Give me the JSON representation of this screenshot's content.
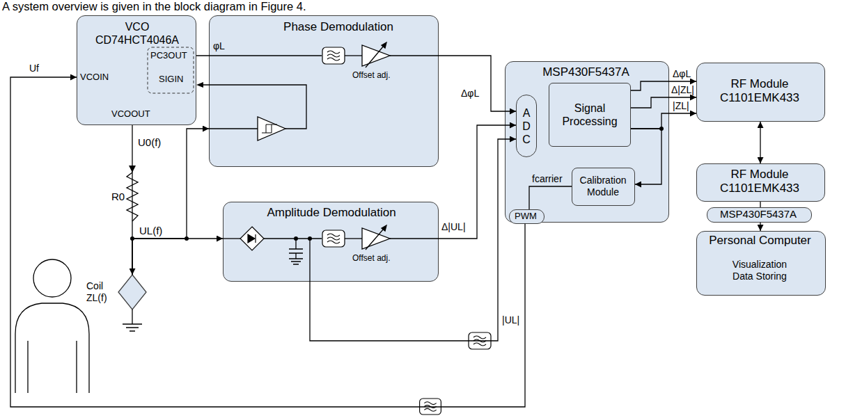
{
  "diagram": {
    "nodes": [
      {
        "text": [
          "VCO CD74HCT4046A"
        ]
      },
      {
        "text": [
          "Phase Demodulation"
        ]
      },
      {
        "text": [
          "Coil ZL(f)"
        ]
      },
      {
        "text": [
          "Amplitude Demodulation"
        ]
      },
      {
        "text": [
          "MSP430F5437A"
        ]
      },
      {
        "text": [
          "A D C"
        ],
        "in": 4
      },
      {
        "text": [
          "Signal Processing"
        ],
        "in": 4
      },
      {
        "text": [
          "Calibration Module"
        ],
        "in": 4
      },
      {
        "text": [
          "PWM"
        ],
        "in": 4
      },
      {
        "text": [
          "RF Module C1101EMK433"
        ]
      },
      {
        "text": [
          "RF Module C1101EMK433"
        ]
      },
      {
        "text": [
          "MSP430F5437A"
        ]
      },
      {
        "text": [
          "Personal Computer",
          "Visualization Data Storing"
        ]
      }
    ],
    "edges": [
      {
        "from": 0,
        "to": 2,
        "arrow": "to"
      },
      {
        "from": 2,
        "to": 1,
        "arrow": "to"
      },
      {
        "from": 2,
        "to": 3,
        "arrow": "to"
      },
      {
        "from": 1,
        "to": 5,
        "label": "ΔφL",
        "arrow": "to"
      },
      {
        "from": 3,
        "to": 5,
        "label": "Δ|UL|",
        "arrow": "to"
      },
      {
        "from": 3,
        "to": 5,
        "label": "|UL|",
        "arrow": "to"
      },
      {
        "from": 6,
        "to": 9,
        "label": "ΔφL",
        "arrow": "to"
      },
      {
        "from": 6,
        "to": 9,
        "label": "Δ|ZL|",
        "arrow": "to"
      },
      {
        "from": 6,
        "to": 9,
        "label": "|ZL|",
        "arrow": "to"
      },
      {
        "from": 6,
        "to": 7,
        "arrow": "to"
      },
      {
        "from": 7,
        "to": 8,
        "label": "fcarrier",
        "arrow": "none"
      },
      {
        "from": 8,
        "to": 0,
        "label": "Uf",
        "arrow": "to"
      },
      {
        "from": 9,
        "to": 10,
        "arrow": "both"
      },
      {
        "from": 10,
        "to": 11,
        "arrow": "none"
      },
      {
        "from": 11,
        "to": 12,
        "arrow": "to"
      }
    ],
    "labels": [
      "A system overview is given in the block diagram in Figure 4.",
      "VCOIN",
      "PC3OUT",
      "φL",
      "SIGIN",
      "VCOOUT",
      "U0(f)",
      "R0",
      "UL(f)",
      "Offset adj.",
      "Offset adj."
    ]
  }
}
